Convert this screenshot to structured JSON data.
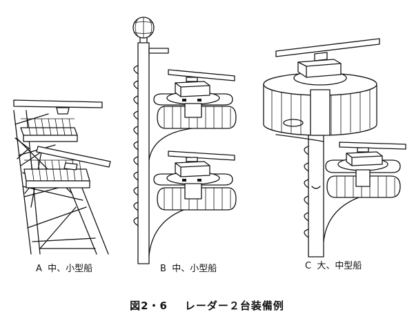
{
  "figure": {
    "caption_number": "図2・6",
    "caption_title": "レーダー２台装備例"
  },
  "panels": [
    {
      "letter": "A",
      "text": "中、小型船"
    },
    {
      "letter": "B",
      "text": "中、小型船"
    },
    {
      "letter": "C",
      "text": "大、中型船"
    }
  ]
}
